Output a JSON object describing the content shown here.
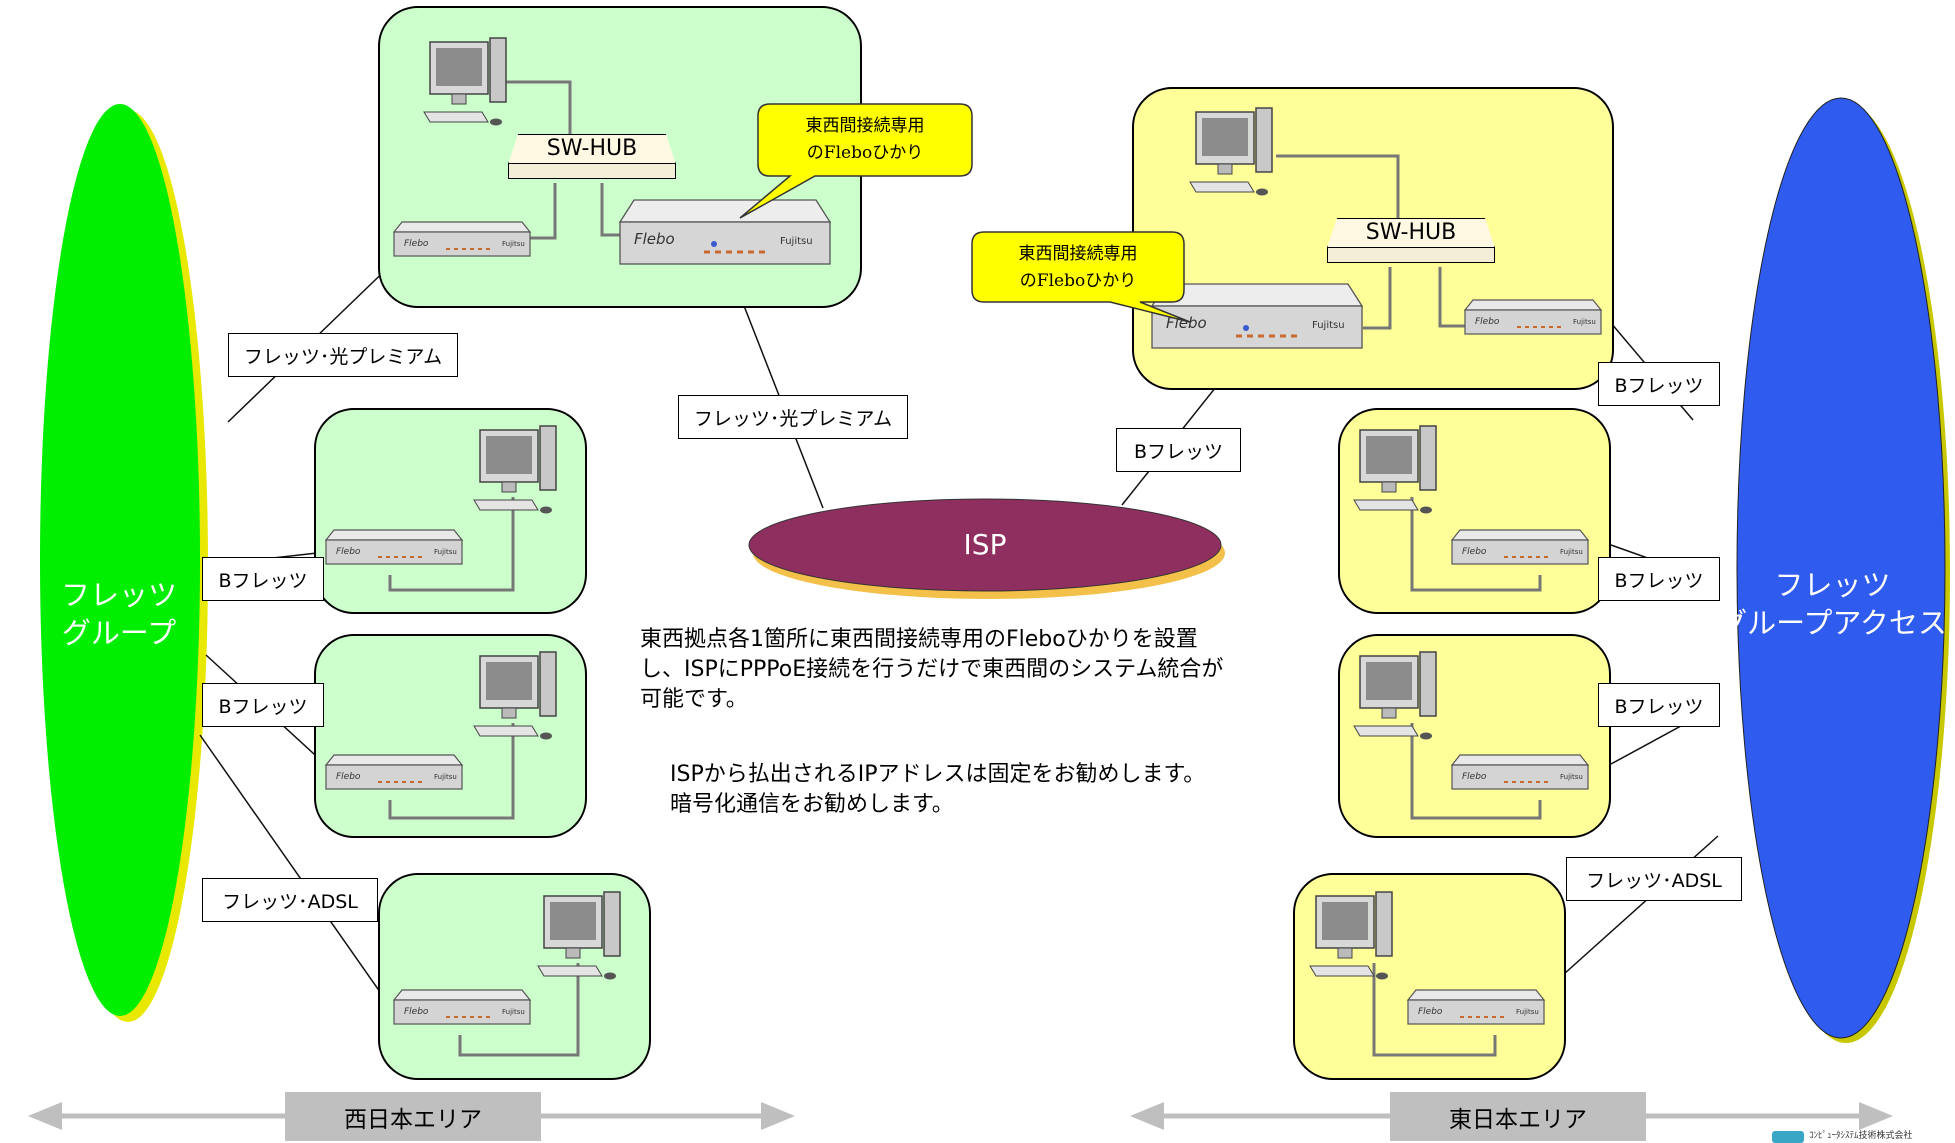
{
  "west": {
    "group_label_line1": "フレッツ",
    "group_label_line2": "グループ",
    "area_label": "西日本エリア"
  },
  "east": {
    "group_label_line1": "フレッツ",
    "group_label_line2": "グループアクセス",
    "area_label": "東日本エリア"
  },
  "isp": {
    "label": "ISP"
  },
  "hub_label": "SW-HUB",
  "callout": {
    "line1": "東西間接続専用",
    "line2": "のFleboひかり"
  },
  "links": {
    "west_hikari_premium": "フレッツ･光プレミアム",
    "center_hikari_premium": "フレッツ･光プレミアム",
    "east_b_flets_isp": "Bフレッツ",
    "west_b_flets_1": "Bフレッツ",
    "west_b_flets_2": "Bフレッツ",
    "west_adsl": "フレッツ･ADSL",
    "east_b_flets_1": "Bフレッツ",
    "east_b_flets_2": "Bフレッツ",
    "east_b_flets_3": "Bフレッツ",
    "east_adsl": "フレッツ･ADSL"
  },
  "description": {
    "line1": "東西拠点各1箇所に東西間接続専用のFleboひかりを設置",
    "line2": "し、ISPにPPPoE接続を行うだけで東西間のシステム統合が",
    "line3": "可能です。",
    "note1": "ISPから払出されるIPアドレスは固定をお勧めします。",
    "note2": "暗号化通信をお勧めします。"
  },
  "logo_text": "ｺﾝﾋﾟｭｰﾀｼｽﾃﾑ技術株式会社",
  "colors": {
    "west_group": "#00ee00",
    "east_group": "#2f5bef",
    "west_site": "#ccffcc",
    "east_site": "#ffff99",
    "isp": "#8f2f5f",
    "callout": "#ffff00",
    "area_bar": "#bfbfbf"
  }
}
